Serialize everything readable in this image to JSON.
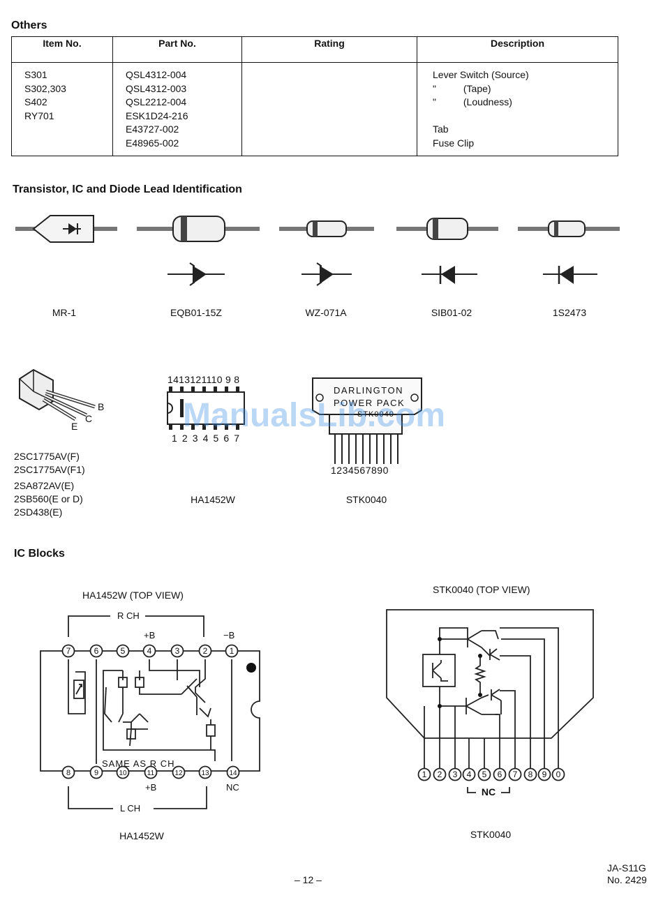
{
  "others": {
    "heading": "Others",
    "columns": [
      "Item No.",
      "Part No.",
      "Rating",
      "Description"
    ],
    "item_no": [
      "S301",
      "S302,303",
      "S402",
      "RY701"
    ],
    "part_no": [
      "QSL4312-004",
      "QSL4312-003",
      "QSL2212-004",
      "ESK1D24-216",
      "E43727-002",
      "E48965-002"
    ],
    "description": [
      "Lever Switch (Source)",
      "\"          (Tape)",
      "\"          (Loudness)",
      "",
      "Tab",
      "Fuse Clip"
    ]
  },
  "lead_id": {
    "heading": "Transistor, IC and Diode Lead Identification",
    "diodes": [
      "MR-1",
      "EQB01-15Z",
      "WZ-071A",
      "SIB01-02",
      "1S2473"
    ],
    "transistor_pins": [
      "B",
      "C",
      "E"
    ],
    "transistor_parts": [
      "2SC1775AV(F)",
      "2SC1775AV(F1)",
      "2SA872AV(E)",
      "2SB560(E or D)",
      "2SD438(E)"
    ],
    "ic_top_pins": "1413121110 9 8",
    "ic_bottom_pins": "1 2 3 4 5 6 7",
    "ic_label": "HA1452W",
    "pack_text_1": "DARLINGTON",
    "pack_text_2": "POWER PACK",
    "pack_text_3": "STK0040",
    "pack_pins": "1234567890",
    "pack_label": "STK0040"
  },
  "ic_blocks": {
    "heading": "IC Blocks",
    "left_title": "HA1452W (TOP VIEW)",
    "r_ch": "R  CH",
    "l_ch": "L  CH",
    "plus_b": "+B",
    "minus_b": "−B",
    "same_as_rch": "SAME  AS  R CH",
    "nc": "NC",
    "top_pins": [
      "7",
      "6",
      "5",
      "4",
      "3",
      "2",
      "1"
    ],
    "bottom_pins": [
      "8",
      "9",
      "10",
      "11",
      "12",
      "13",
      "14"
    ],
    "left_caption": "HA1452W",
    "right_title": "STK0040 (TOP VIEW)",
    "right_pins": [
      "1",
      "2",
      "3",
      "4",
      "5",
      "6",
      "7",
      "8",
      "9",
      "0"
    ],
    "right_nc": "NC",
    "right_caption": "STK0040"
  },
  "watermark": "ManualsLib.com",
  "footer": {
    "page": "– 12 –",
    "model": "JA-S11G",
    "number": "No. 2429"
  }
}
